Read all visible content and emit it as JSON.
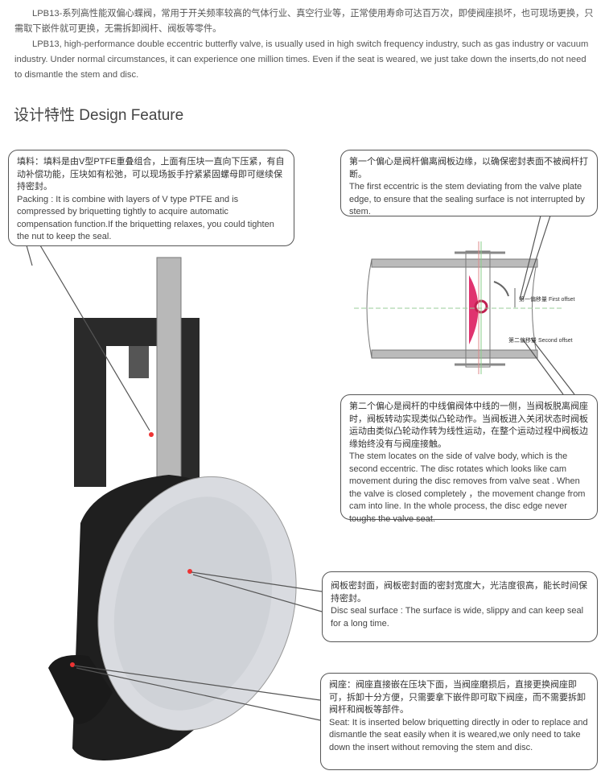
{
  "intro": {
    "cn": "LPB13-系列高性能双偏心蝶阀，常用于开关频率较高的气体行业、真空行业等，正常使用寿命可达百万次，即使阀座损坏，也可现场更换，只需取下嵌件就可更换，无需拆卸阀杆、阀板等零件。",
    "en": "LPB13, high-performance double eccentric butterfly valve, is usually used in high switch frequency industry, such as gas industry or vacuum industry. Under normal circumstances, it can experience one million times. Even if the seat is  weared, we just take down the inserts,do not need to dismantle the stem and disc."
  },
  "title": "设计特性 Design Feature",
  "callouts": {
    "packing": {
      "cn": "填料：填料是由V型PTFE重叠组合，上面有压块一直向下压紧，有自动补偿功能，压块如有松弛，可以现场扳手拧紧紧固螺母即可继续保持密封。",
      "en": "Packing : It is combine with layers of V type PTFE and is compressed by briquetting tightly to acquire automatic compensation function.If the briquetting relaxes, you could tighten the nut to keep the seal."
    },
    "first": {
      "cn": "第一个偏心是阀杆偏离阀板边缘，以确保密封表面不被阀杆打断。",
      "en": "The first eccentric is the stem deviating from the valve plate edge, to ensure that the sealing surface is not interrupted by stem."
    },
    "second": {
      "cn": "第二个偏心是阀杆的中线偏阀体中线的一侧，当阀板脱离阀座时，阀板转动实现类似凸轮动作。当阀板进入关闭状态时阀板运动由类似凸轮动作转为线性运动，在整个运动过程中阀板边缘始终没有与阀座接触。",
      "en": "The stem locates on the side of valve body, which is the second eccentric. The disc rotates which looks like cam movement during the disc removes from valve seat . When the valve is closed completely ，the movement change from cam into line.  In the whole process, the disc edge never toughs the valve seat."
    },
    "disc": {
      "cn": "阀板密封面，阀板密封面的密封宽度大，光洁度很高，能长时间保持密封。",
      "en": "Disc seal surface : The surface is wide, slippy and can keep seal for a long time."
    },
    "seat": {
      "cn": "阀座：阀座直接嵌在压块下面，当阀座磨损后，直接更换阀座即可，拆卸十分方便，只需要拿下嵌件即可取下阀座，而不需要拆卸阀杆和阀板等部件。",
      "en": "Seat: It is inserted below briquetting directly in oder to replace and dismantle the seat easily when it is weared,we only need to take down the insert without removing the stem and disc."
    }
  },
  "diagram": {
    "first_offset": "第一偏移量 First offset",
    "second_offset": "第二偏移量 Second offset",
    "disc_color": "#e0336f"
  }
}
